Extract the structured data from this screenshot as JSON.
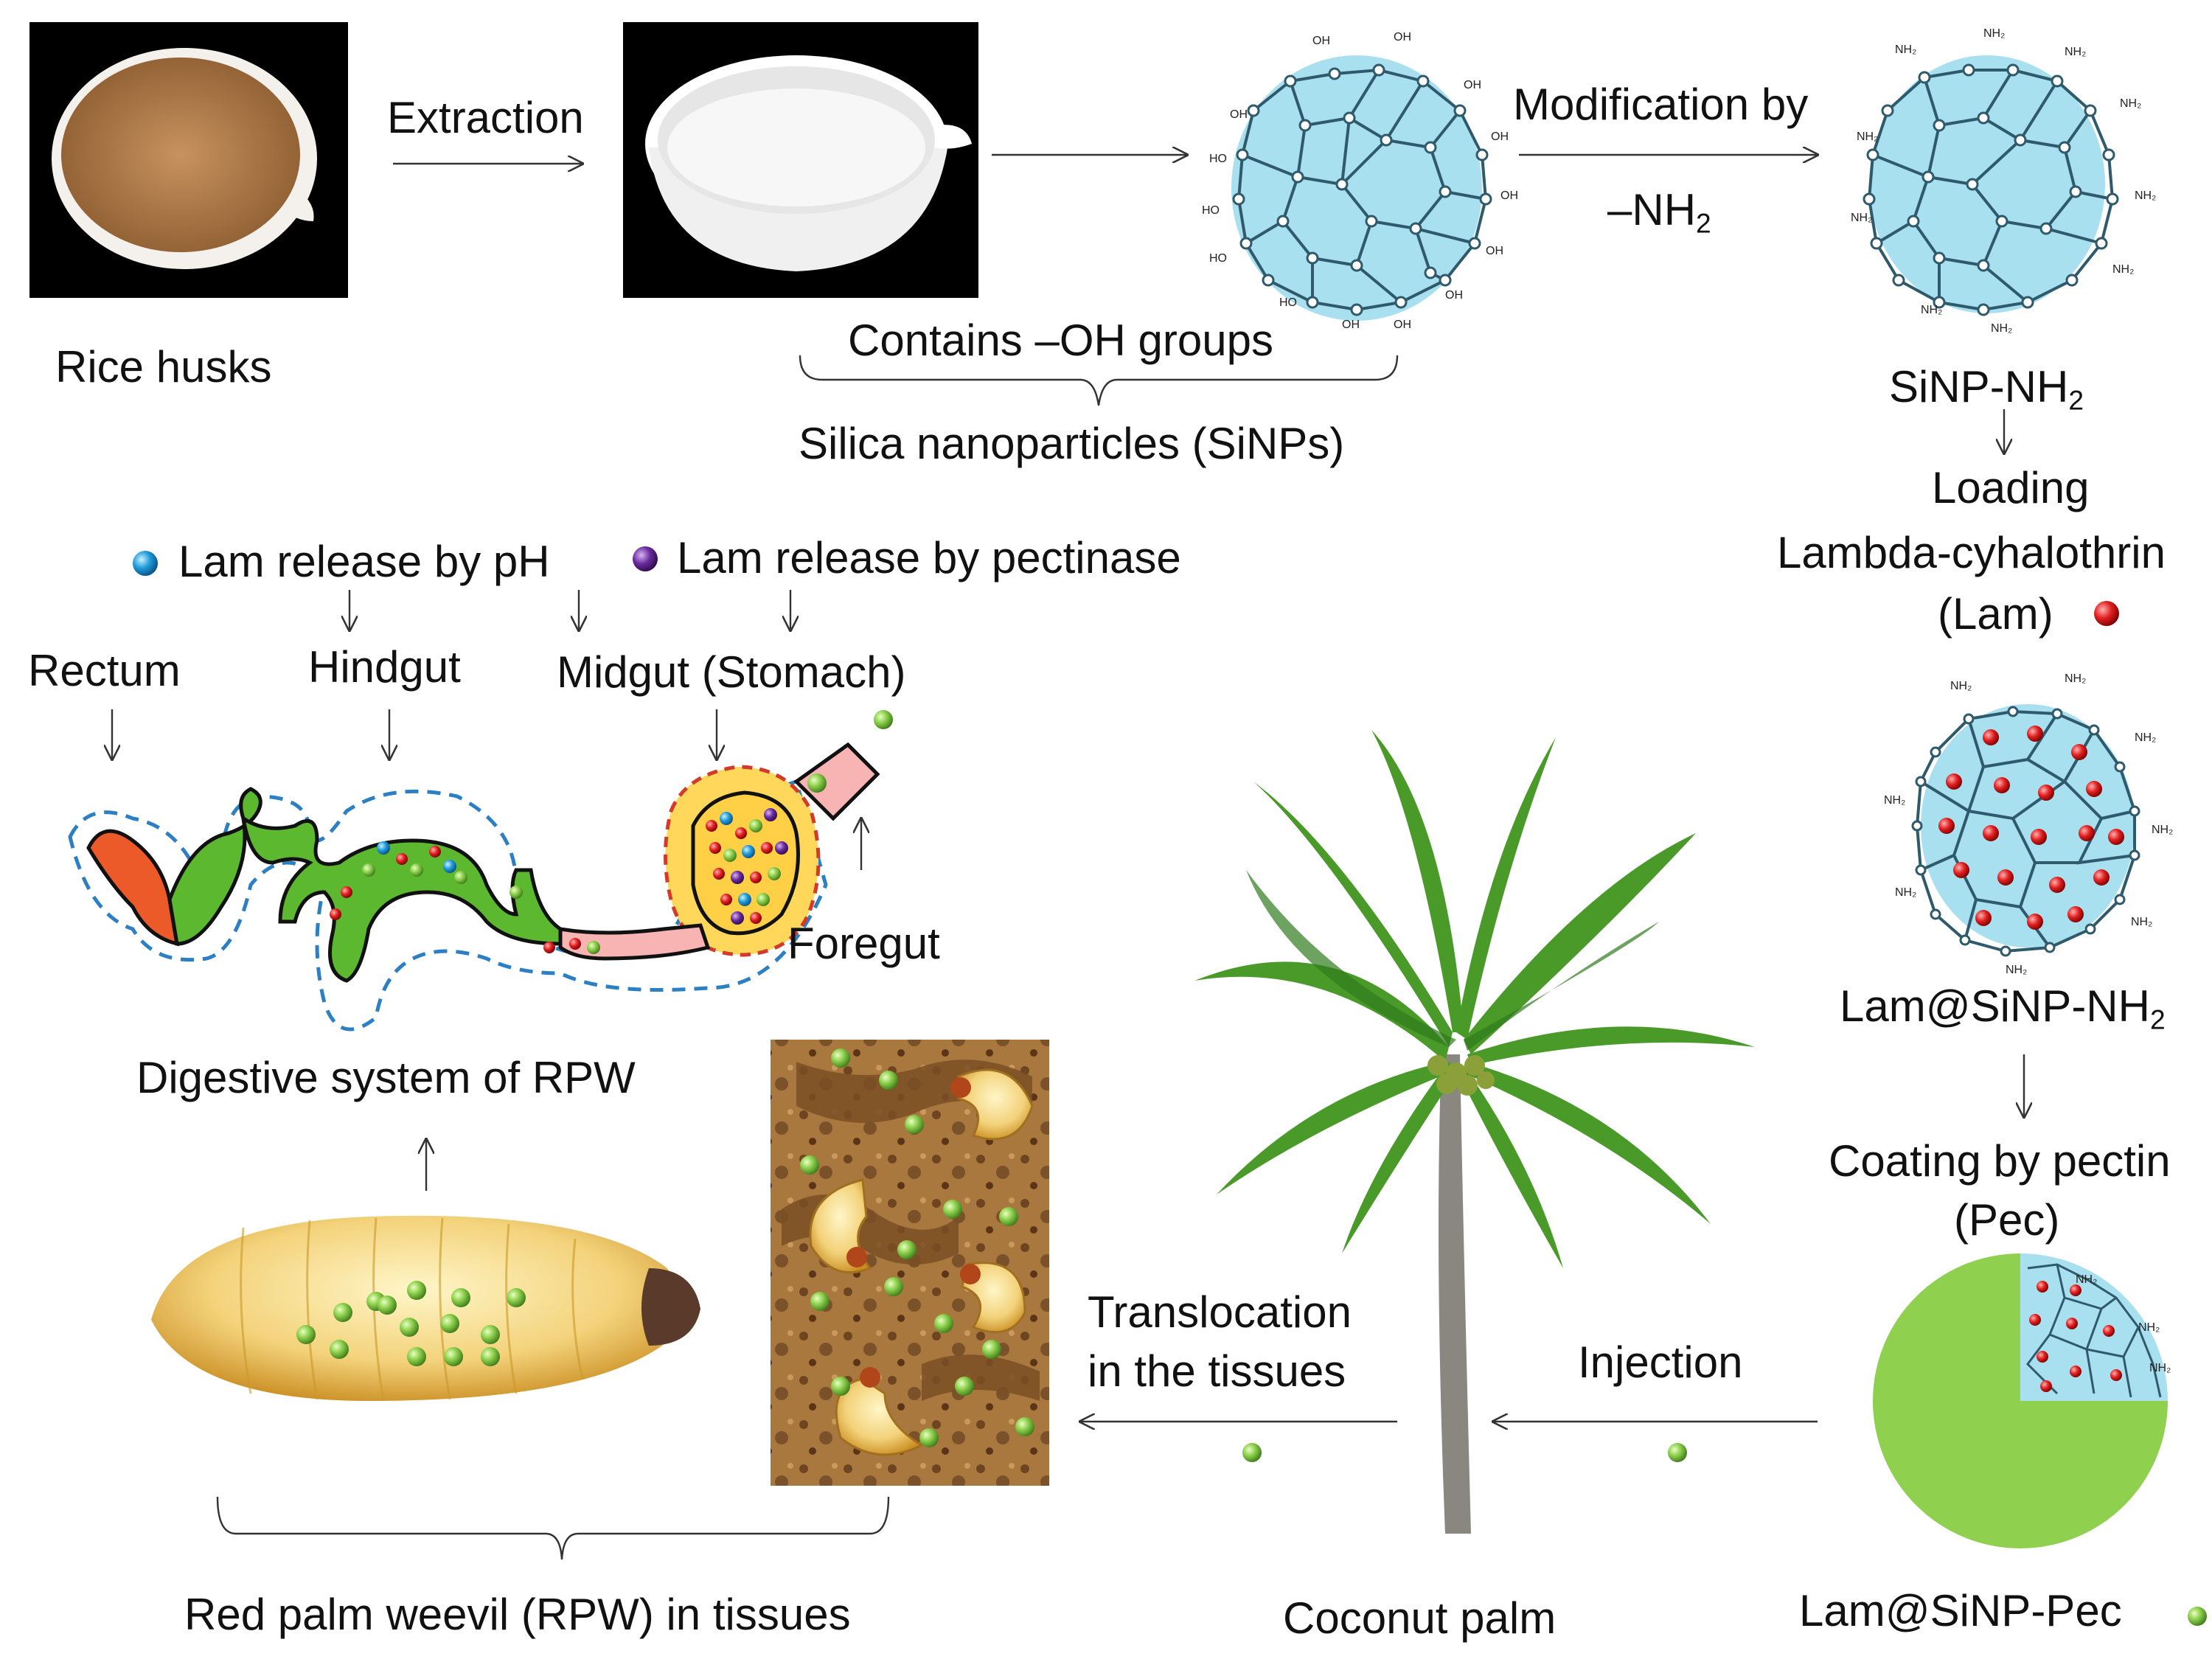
{
  "colors": {
    "silica": "#a8e0f0",
    "lam": "#d91c1c",
    "pectin": "#8fd14f",
    "gut_green": "#5cb82e",
    "rectum": "#ec5a2a",
    "midgut": "#ffcf45",
    "foregut": "#f8b3b3",
    "dashed": "#2d7fc4",
    "ph_dot": "#2196d6",
    "pectinase_dot": "#6a2c9c"
  },
  "labels": {
    "rice_husks": "Rice husks",
    "extraction": "Extraction",
    "contains_oh": "Contains –OH groups",
    "sinps": "Silica nanoparticles (SiNPs)",
    "modification_by": "Modification by",
    "nh2_prefix": "–NH",
    "sinp_nh2_prefix": "SiNP-NH",
    "loading": "Loading",
    "lambda": "Lambda-cyhalothrin",
    "lam": "(Lam)",
    "lam_sinp_nh2_prefix": "Lam@SiNP-NH",
    "coating": "Coating by pectin",
    "pec": "(Pec)",
    "lam_sinp_pec": "Lam@SiNP-Pec",
    "injection": "Injection",
    "translocation_1": "Translocation",
    "translocation_2": "in the tissues",
    "coconut_palm": "Coconut palm",
    "rpw_tissues": "Red palm weevil (RPW) in tissues",
    "digestive": "Digestive system of RPW",
    "rectum": "Rectum",
    "hindgut": "Hindgut",
    "midgut": "Midgut (Stomach)",
    "foregut": "Foregut",
    "release_ph": "Lam release by pH",
    "release_pectinase": "Lam release by pectinase",
    "subscript_2": "2"
  },
  "group_labels": {
    "oh": "OH",
    "ho": "HO",
    "nh2": "NH₂"
  }
}
